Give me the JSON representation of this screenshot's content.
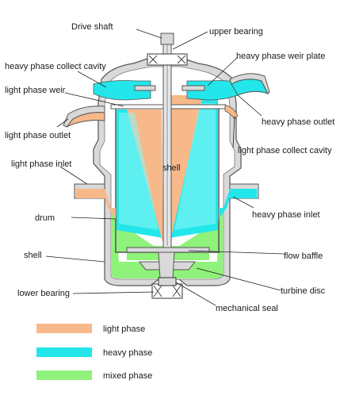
{
  "colors": {
    "light_phase": "#f7b98a",
    "heavy_phase": "#22e6ea",
    "mixed_phase": "#8ff27a",
    "housing": "#d9d9d9",
    "outline": "#555555"
  },
  "labels": {
    "drive_shaft": "Drive shaft",
    "upper_bearing": "upper bearing",
    "heavy_collect_cavity": "heavy phase collect cavity",
    "heavy_weir_plate": "heavy phase weir plate",
    "light_weir": "light phase weir",
    "heavy_outlet": "heavy phase outlet",
    "light_outlet": "light phase outlet",
    "light_collect_cavity": "light phase collect cavity",
    "light_inlet": "light phase inlet",
    "shell_center": "shell",
    "drum": "drum",
    "heavy_inlet": "heavy phase inlet",
    "shell_left": "shell",
    "flow_baffle": "flow baffle",
    "lower_bearing": "lower bearing",
    "turbine_disc": "turbine disc",
    "mechanical_seal": "mechanical seal"
  },
  "legend": [
    {
      "label": "light phase",
      "color_key": "light_phase"
    },
    {
      "label": "heavy phase",
      "color_key": "heavy_phase"
    },
    {
      "label": "mixed phase",
      "color_key": "mixed_phase"
    }
  ]
}
